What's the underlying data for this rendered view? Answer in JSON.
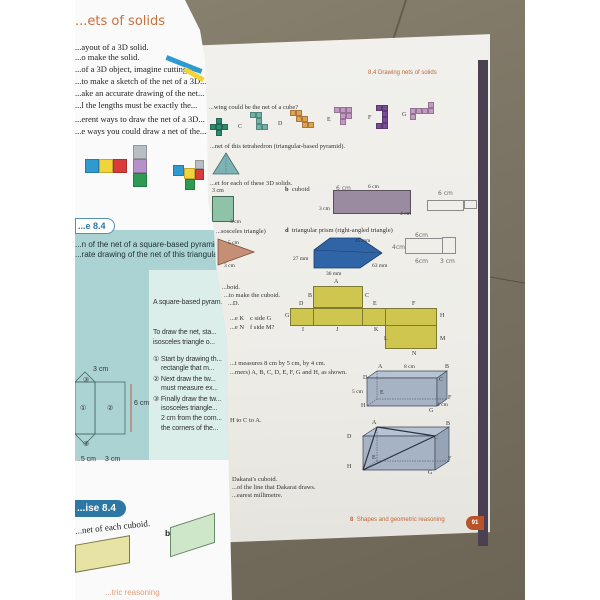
{
  "right_page": {
    "section_heading": "8.4 Drawing nets of solids",
    "question_cube": "...wing could be the net of a cube?",
    "cube_net_labels": [
      "C",
      "D",
      "E",
      "F",
      "G"
    ],
    "cube_net_colors": {
      "B": "#2f8a70",
      "C": "#6fb3a6",
      "D": "#e0a24f",
      "E": "#c49ac4",
      "F": "#7a4b95",
      "G": "#c49ac4"
    },
    "question_tetrahedron": "...net of this tetrahedron (triangular-based pyramid).",
    "question_3d": "...et for each of these 3D solids.",
    "part_a_dims": {
      "top": "3 cm",
      "bottom": "3 cm"
    },
    "part_b": {
      "letter": "b",
      "label": "cuboid",
      "dim_top": "6 cm",
      "dim_left": "3 cm",
      "dim_right": "4 cm"
    },
    "part_c_caption": "...sosceles triangle)",
    "part_c_dims": {
      "top": "5 cm",
      "bottom": "3 cm"
    },
    "part_d": {
      "letter": "d",
      "label": "triangular prism (right-angled triangle)",
      "dim_top": "45 mm",
      "dim_left": "27 mm",
      "dim_right": "63 mm",
      "dim_bottom": "36 mm"
    },
    "cuboid_net_intro": [
      "...boid.",
      "...to make the cuboid.",
      "...D."
    ],
    "cuboid_net_labels": [
      "A",
      "B",
      "C",
      "D",
      "E",
      "F",
      "G",
      "H",
      "I",
      "J",
      "K",
      "L",
      "M",
      "N"
    ],
    "side_questions": {
      "left1": "...e K",
      "left2": "...e N",
      "c": "c  side G",
      "f": "f  side M?"
    },
    "cuboid_instruction_1": "...t measures 8 cm by 5 cm, by 4 cm.",
    "cuboid_instruction_2": "...rners) A, B, C, D, E, F, G and H, as shown.",
    "cuboid_instruction_3": "H to C to A.",
    "box1": {
      "length": "8 cm",
      "height": "5 cm",
      "depth": "4 cm",
      "vertices": [
        "A",
        "B",
        "C",
        "D",
        "E",
        "F",
        "G",
        "H"
      ]
    },
    "box2_vertices": [
      "A",
      "B",
      "C",
      "D",
      "E",
      "F",
      "G",
      "H"
    ],
    "dakarai_lines": [
      "Dakarai's cuboid.",
      "...of the line that Dakarai draws.",
      "...earest millimetre."
    ],
    "footer": {
      "chapter_number": "8",
      "chapter_title": "Shapes and geometric reasoning",
      "page_number": "91"
    }
  },
  "handwriting": {
    "b_top": "6 cm",
    "b_small": "4 cm",
    "d_top": "6cm",
    "d_left": "4cm",
    "d_box": "4 cm",
    "d_bottom_left": "6cm",
    "d_bottom_right": "3 cm",
    "b_margin": "6 cm"
  },
  "left_page": {
    "title": "...ets of solids",
    "intro_lines": [
      "...ayout of a 3D solid.",
      "...o make the solid.",
      "...of a 3D object, imagine cutting it...",
      "...to make a sketch of the net of a 3D...",
      "...ake an accurate drawing of the net...",
      "...l the lengths must be exactly the...",
      "...erent ways to draw the net of a 3D...",
      "...e ways you could draw a net of the..."
    ],
    "worked_example_badge": "...e 8.4",
    "worked_example_lines": [
      "...n of the net of a square-based pyramid.",
      "...rate drawing of the net of this triangular..."
    ],
    "pyramid_caption": "A square-based pyram...",
    "method_intro": [
      "To draw the net, sta...",
      "isosceles triangle o..."
    ],
    "steps": [
      "① Start by drawing th...",
      "rectangle that m...",
      "② Next draw the tw...",
      "must measure ex...",
      "③ Finally draw the tw...",
      "isosceles triangle...",
      "2 cm from the com...",
      "the corners of the..."
    ],
    "diagram_dims": {
      "top": "3 cm",
      "side": "6 cm",
      "bottom_left": "...5 cm",
      "bottom_right": "3 cm"
    },
    "diagram_labels": [
      "①",
      "②",
      "③",
      "③"
    ],
    "exercise_badge": "...ise 8.4",
    "exercise_line": "...net of each cuboid.",
    "exercise_part": "b",
    "footer_partial": "...tric reasoning"
  }
}
